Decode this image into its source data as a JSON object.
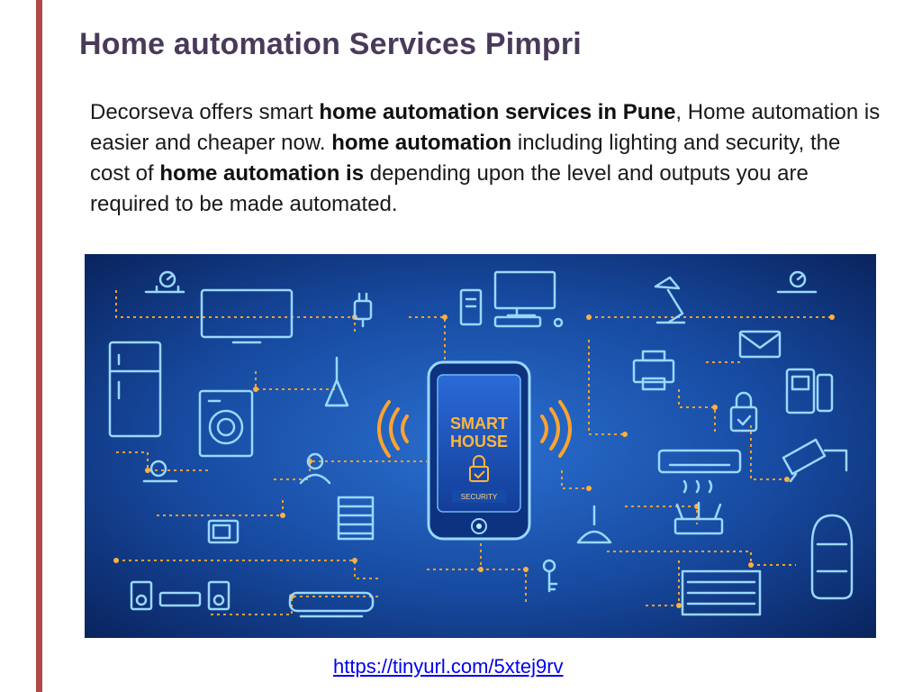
{
  "slide": {
    "title": "Home automation Services Pimpri",
    "paragraph": {
      "s1": "Decorseva offers smart ",
      "b1": "home automation services in Pune",
      "s2": ", Home automation is easier and cheaper now. ",
      "b2": "home automation",
      "s3": " including lighting and security, the cost of ",
      "b3": "home automation is",
      "s4": " depending upon the level and outputs you are required to be made automated."
    },
    "illustration": {
      "phone_text_line1": "SMART",
      "phone_text_line2": "HOUSE",
      "phone_security_label": "SECURITY",
      "colors": {
        "background_dark": "#0c2a6e",
        "background_light": "#1e5bb8",
        "icon_line": "#9ad8ff",
        "connector": "#f0a030"
      }
    },
    "link": "https://tinyurl.com/5xtej9rv"
  }
}
